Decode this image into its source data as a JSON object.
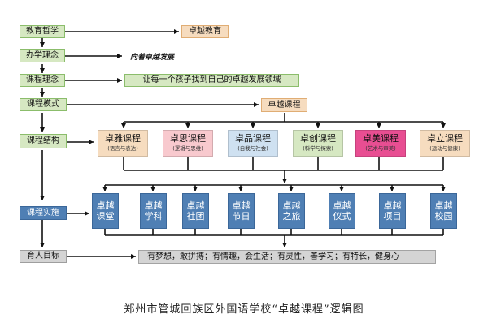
{
  "colors": {
    "line": "#111111",
    "left_green": "#d6e8c2",
    "impl_blue": "#4f7fb4",
    "result_orange": "#f6dcbf",
    "result_gray": "#d4d4d4"
  },
  "left_labels": {
    "philosophy": "教育哲学",
    "idea": "办学理念",
    "course_idea": "课程理念",
    "course_mode": "课程模式",
    "course_structure": "课程结构",
    "course_implement": "课程实施",
    "goal": "育人目标"
  },
  "results": {
    "philosophy": "卓越教育",
    "idea": "向着卓越发展",
    "course_idea": "让每一个孩子找到自己的卓越发展领域",
    "course_mode": "卓越课程",
    "goal": "有梦想，敢拼搏；有情趣，会生活；有灵性，善学习；有特长，健身心"
  },
  "courses": [
    {
      "name": "卓雅课程",
      "sub": "(语言与表达)",
      "color": "#f6dcbf"
    },
    {
      "name": "卓思课程",
      "sub": "(逻辑与思维)",
      "color": "#f8c9ce"
    },
    {
      "name": "卓品课程",
      "sub": "(自我与社会)",
      "color": "#cfe1f1"
    },
    {
      "name": "卓创课程",
      "sub": "(科学与探索)",
      "color": "#d6e8c2"
    },
    {
      "name": "卓美课程",
      "sub": "(艺术与审美)",
      "color": "#e84e92"
    },
    {
      "name": "卓立课程",
      "sub": "(运动与健康)",
      "color": "#f6dcbf"
    }
  ],
  "implementations": [
    {
      "line1": "卓越",
      "line2": "课堂"
    },
    {
      "line1": "卓越",
      "line2": "学科"
    },
    {
      "line1": "卓越",
      "line2": "社团"
    },
    {
      "line1": "卓越",
      "line2": "节日"
    },
    {
      "line1": "卓越",
      "line2": "之旅"
    },
    {
      "line1": "卓越",
      "line2": "仪式"
    },
    {
      "line1": "卓越",
      "line2": "项目"
    },
    {
      "line1": "卓越",
      "line2": "校园"
    }
  ],
  "caption": "郑州市管城回族区外国语学校“卓越课程”逻辑图"
}
